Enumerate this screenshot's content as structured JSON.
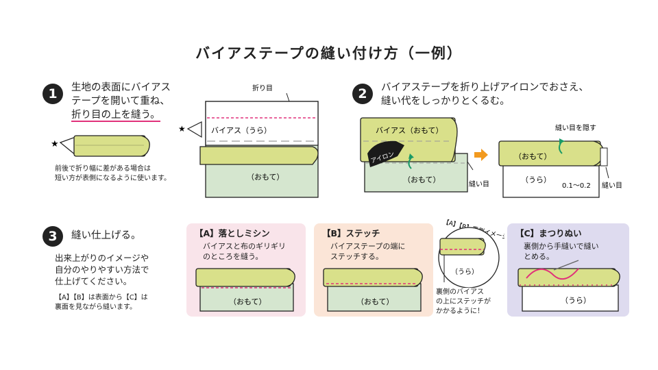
{
  "title": "バイアステープの縫い付け方（一例）",
  "colors": {
    "tape": "#d9e08a",
    "fabric": "#d5e6cf",
    "stitch": "#e0307a",
    "iron": "#1a1a1a",
    "green_arrow": "#1a9a66",
    "orange_arrow": "#f29a1f",
    "panel_a": "#f9e4ea",
    "panel_b": "#fbe5d7",
    "panel_c": "#dedbef"
  },
  "step1": {
    "number": "1",
    "line1": "生地の表面にバイアス",
    "line2": "テープを開いて重ね、",
    "line3": "折り目の上を縫う。",
    "note1": "前後で折り幅に差がある場合は",
    "note2": "短い方が表側になるように使います。",
    "star": "★",
    "fold_label": "折り目",
    "tape_label": "バイアス（うら）",
    "fabric_label": "（おもて）"
  },
  "step2": {
    "number": "2",
    "line1": "バイアステープを折り上げアイロンでおさえ、",
    "line2": "縫い代をしっかりとくるむ。",
    "tape_label": "バイアス（おもて）",
    "iron_label": "アイロン",
    "fabric_label": "（おもて）",
    "seam_label": "縫い目",
    "hide_label": "縫い目を隠す",
    "tape_label2": "（おもて）",
    "back_label": "（うら）",
    "measure": "0.1〜0.2",
    "seam_label2": "縫い目"
  },
  "step3": {
    "number": "3",
    "heading": "縫い仕上げる。",
    "body1": "出来上がりのイメージや",
    "body2": "自分のやりやすい方法で",
    "body3": "仕上げてください。",
    "note1": "【A】【B】は表面から【C】は",
    "note2": "裏面を見ながら縫います。"
  },
  "panelA": {
    "title": "【A】落としミシン",
    "line1": "バイアスと布のギリギリ",
    "line2": "のところを縫う。",
    "fabric_label": "（おもて）"
  },
  "panelB": {
    "title": "【B】ステッチ",
    "line1": "バイアステープの端に",
    "line2": "ステッチする。",
    "fabric_label": "（おもて）"
  },
  "backview": {
    "arc_label": "【A】【B】裏側イメージ",
    "back_label": "（うら）",
    "line1": "裏側のバイアス",
    "line2": "の上にステッチが",
    "line3": "かかるように！"
  },
  "panelC": {
    "title": "【C】まつりぬい",
    "line1": "裏側から手縫いで縫い",
    "line2": "とめる。",
    "back_label": "（うら）"
  }
}
